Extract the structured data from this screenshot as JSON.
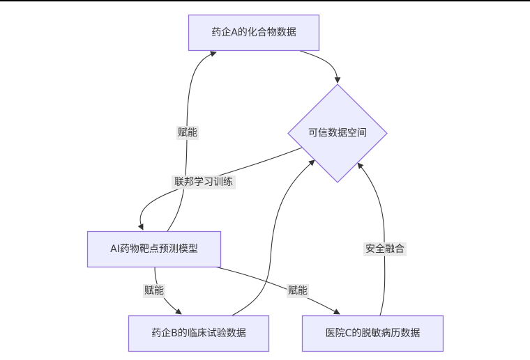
{
  "diagram": {
    "type": "flowchart",
    "colors": {
      "node_fill": "#ECECFF",
      "node_stroke": "#9370DB",
      "edge": "#333333",
      "label_bg": "#e8e8e8",
      "text": "#333333"
    },
    "nodes": {
      "pharmaA": {
        "label": "药企A的化合物数据",
        "shape": "rect"
      },
      "trusted": {
        "label": "可信数据空间",
        "shape": "diamond"
      },
      "ai": {
        "label": "AI药物靶点预测模型",
        "shape": "rect"
      },
      "pharmaB": {
        "label": "药企B的临床试验数据",
        "shape": "rect"
      },
      "hospitalC": {
        "label": "医院C的脱敏病历数据",
        "shape": "rect"
      }
    },
    "edges": [
      {
        "from": "pharmaA",
        "to": "trusted",
        "label": ""
      },
      {
        "from": "trusted",
        "to": "ai",
        "label": "联邦学习训练"
      },
      {
        "from": "ai",
        "to": "pharmaA",
        "label": "赋能"
      },
      {
        "from": "ai",
        "to": "pharmaB",
        "label": "赋能"
      },
      {
        "from": "ai",
        "to": "hospitalC",
        "label": "赋能"
      },
      {
        "from": "pharmaB",
        "to": "trusted",
        "label": ""
      },
      {
        "from": "hospitalC",
        "to": "trusted",
        "label": "安全融合"
      }
    ]
  }
}
